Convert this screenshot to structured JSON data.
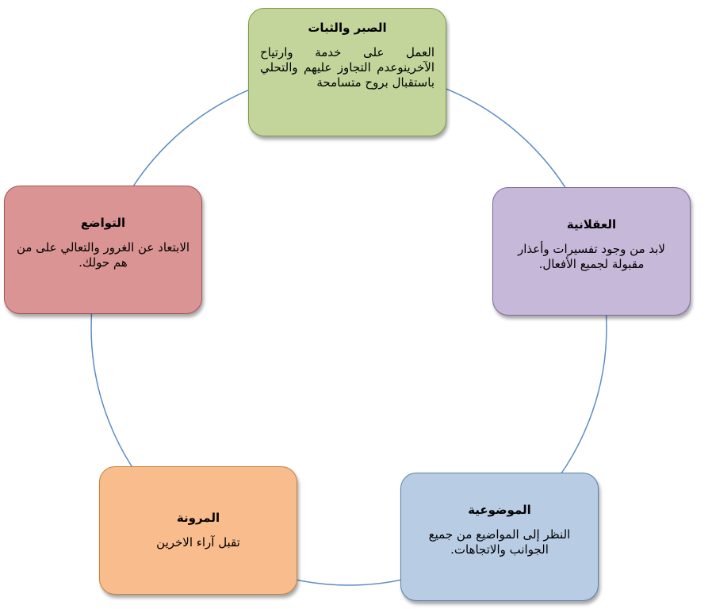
{
  "diagram": {
    "type": "cycle",
    "ring_color": "#5b8cc4",
    "nodes": [
      {
        "id": "patience",
        "title": "الصبر والثبات",
        "body": "العمل على خدمة وارتياح الآخرينوعدم التجاوز عليهم والتحلي باستقبال بروح متسامحة",
        "fill": "#c3d59b",
        "border": "#7f9b4c"
      },
      {
        "id": "rationality",
        "title": "العقلانية",
        "body": "لابد من وجود تفسيرات وأعذار مقبولة لجميع الأفعال.",
        "fill": "#c6b8d8",
        "border": "#7f6a9e"
      },
      {
        "id": "objectivity",
        "title": "الموضوعية",
        "body": "النظر إلى المواضيع من جميع الجوانب والاتجاهات.",
        "fill": "#b8cce4",
        "border": "#5b7fad"
      },
      {
        "id": "flexibility",
        "title": "المرونة",
        "body": "تقبل آراء الاخرين",
        "fill": "#f9bc8c",
        "border": "#c7823e"
      },
      {
        "id": "humility",
        "title": "التواضع",
        "body": "الابتعاد عن الغرور والتعالي على من هم حولك.",
        "fill": "#da9493",
        "border": "#a65553"
      }
    ]
  }
}
